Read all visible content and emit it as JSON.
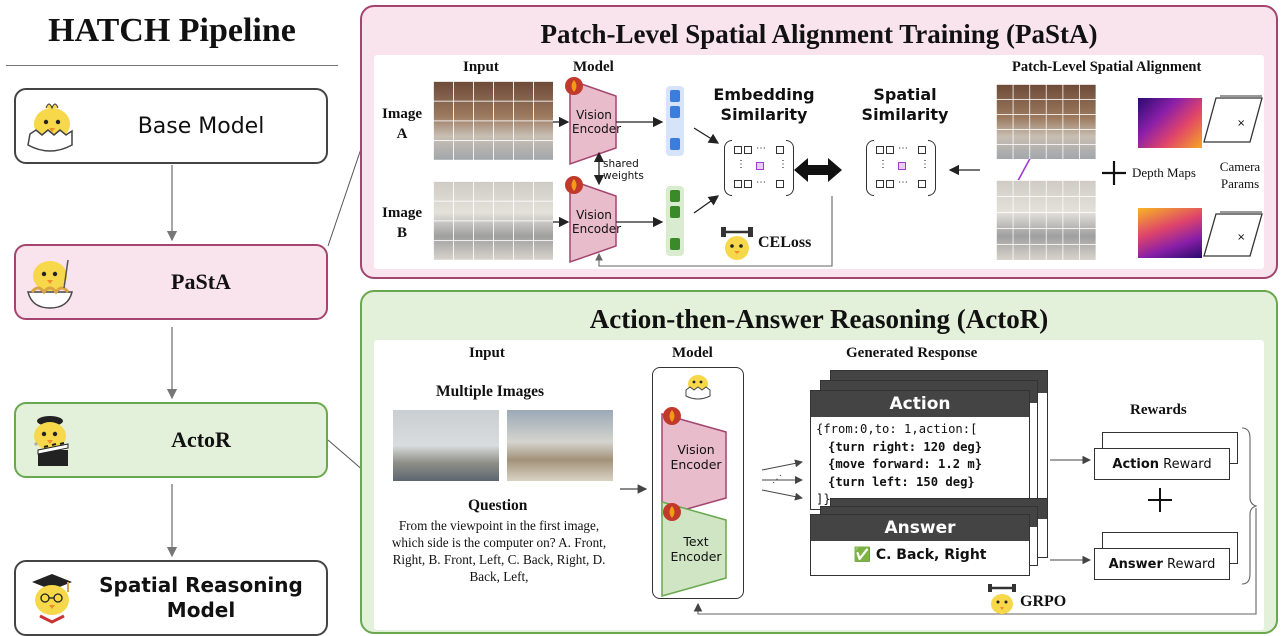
{
  "pipeline": {
    "title": "HATCH Pipeline",
    "stages": [
      {
        "label": "Base Model"
      },
      {
        "label": "PaStA"
      },
      {
        "label": "ActoR"
      },
      {
        "label": "Spatial Reasoning Model"
      }
    ]
  },
  "pasta": {
    "title": "Patch-Level Spatial Alignment Training (PaStA)",
    "input_label": "Input",
    "model_label": "Model",
    "image_a": "Image A",
    "image_b": "Image B",
    "encoder_label": "Vision Encoder",
    "shared_weights": "shared weights",
    "embedding_similarity": "Embedding Similarity",
    "spatial_similarity": "Spatial Similarity",
    "loss": "CELoss",
    "alignment_title": "Patch-Level Spatial Alignment",
    "depth_maps": "Depth Maps",
    "camera_params": "Camera Params",
    "plus": "+"
  },
  "actor": {
    "title": "Action-then-Answer Reasoning (ActoR)",
    "input_label": "Input",
    "model_label": "Model",
    "multiple_images": "Multiple Images",
    "question_label": "Question",
    "question_text": "From the viewpoint in the first image, which side is the computer on? A. Front, Right, B. Front, Left, C. Back, Right, D. Back, Left,",
    "vision_encoder": "Vision Encoder",
    "text_encoder": "Text Encoder",
    "generated_response": "Generated Response",
    "action_header": "Action",
    "action_lines": [
      "{from:0,to: 1,action:[",
      "{turn right: 120 deg}",
      "{move forward: 1.2 m}",
      "{turn left: 150 deg}",
      "]}"
    ],
    "answer_header": "Answer",
    "answer_text": "C. Back, Right",
    "answer_check": "✅",
    "rewards_label": "Rewards",
    "action_reward_bold": "Action",
    "answer_reward_bold": "Answer",
    "reward_word": "Reward",
    "plus": "+",
    "grpo": "GRPO"
  },
  "colors": {
    "pasta_border": "#a3456f",
    "pasta_bg": "#f9e3ec",
    "actor_border": "#6aa84f",
    "actor_bg": "#e3f0da",
    "encoder_pink": "#e8bccb",
    "encoder_green": "#cfe5c4",
    "emb_blue": "#3b7ddd",
    "emb_green": "#3a8a2a",
    "highlight_purple": "#a03ccf"
  }
}
